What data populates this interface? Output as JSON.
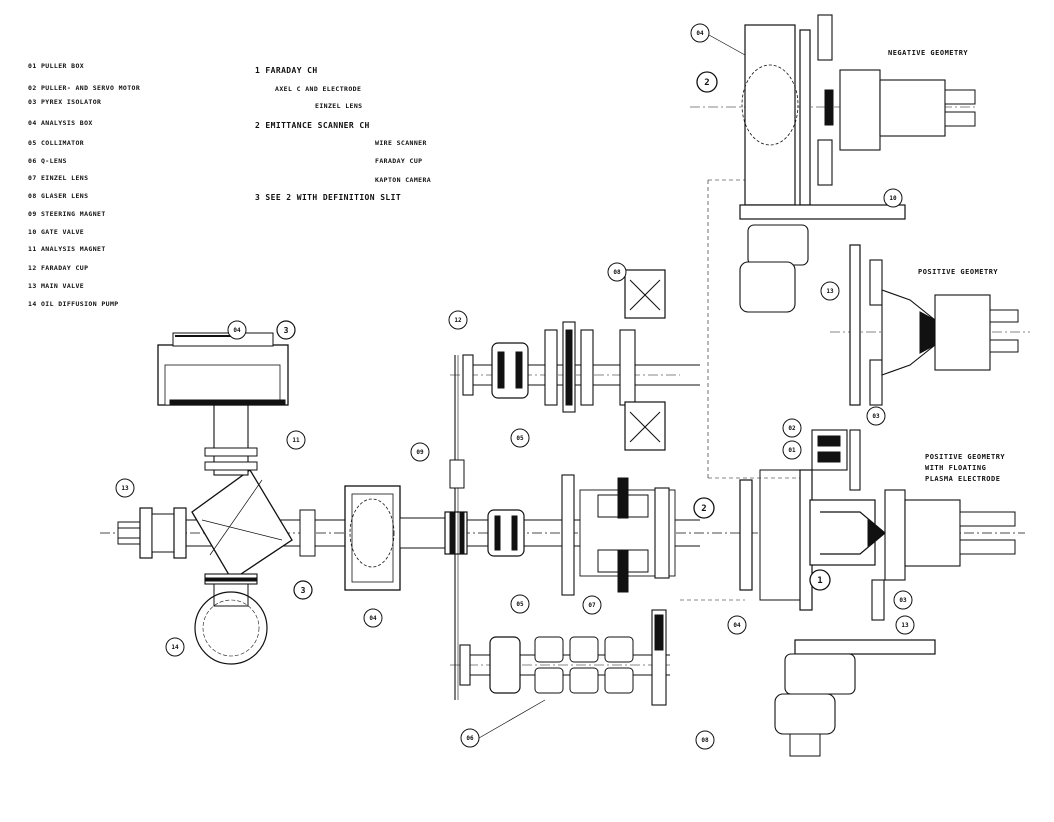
{
  "legend_left": [
    "01 PULLER BOX",
    "02 PULLER- AND SERVO MOTOR",
    "03 PYREX ISOLATOR",
    "04 ANALYSIS BOX",
    "05 COLLIMATOR",
    "06 Q-LENS",
    "07 EINZEL LENS",
    "08 GLASER LENS",
    "09 STEERING MAGNET",
    "10 GATE VALVE",
    "11 ANALYSIS MAGNET",
    "12 FARADAY CUP",
    "13 MAIN VALVE",
    "14 OIL DIFFUSION PUMP"
  ],
  "legend_right": {
    "item1_title": "1  FARADAY CH",
    "item1_line2": "AXEL C  AND  ELECTRODE",
    "item1_line3": "EINZEL  LENS",
    "item2_title": "2  EMITTANCE SCANNER  CH",
    "item2_line2": "WIRE SCANNER",
    "item2_line3": "FARADAY CUP",
    "item2_line4": "KAPTON CAMERA",
    "item3_title": "3  SEE 2 WITH DEFINITION SLIT"
  },
  "geometry_labels": {
    "negative": "NEGATIVE GEOMETRY",
    "positive": "POSITIVE GEOMETRY",
    "floating_l1": "POSITIVE GEOMETRY",
    "floating_l2": "WITH FLOATING",
    "floating_l3": "PLASMA ELECTRODE"
  },
  "callouts": {
    "c04": "04",
    "c10": "10",
    "c13": "13",
    "c03": "03",
    "c11": "11",
    "c08": "08",
    "c07": "07",
    "c01": "01",
    "c02": "02",
    "c12": "12",
    "c09": "09",
    "c05a": "05",
    "c05b": "05",
    "c06": "06",
    "c14": "14",
    "c3": "3",
    "c2top": "2",
    "c2mid": "2",
    "c1": "1"
  }
}
